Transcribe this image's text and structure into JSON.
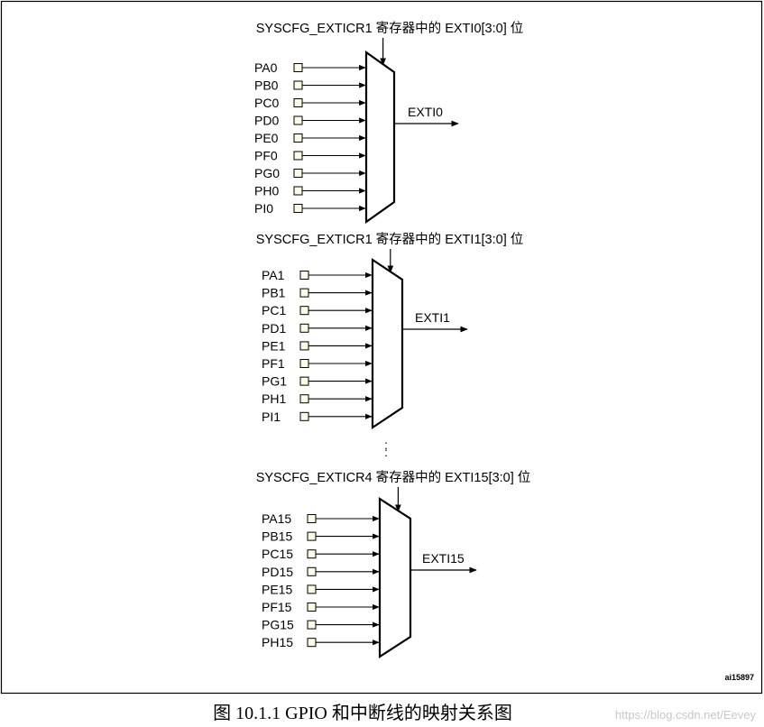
{
  "figure_id": "ai15897",
  "caption": "图 10.1.1 GPIO 和中断线的映射关系图",
  "watermark": "https://blog.csdn.net/Eevey",
  "ellipsis": ":",
  "muxes": [
    {
      "title": "SYSCFG_EXTICR1 寄存器中的 EXTI0[3:0] 位",
      "output": "EXTI0",
      "inputs": [
        "PA0",
        "PB0",
        "PC0",
        "PD0",
        "PE0",
        "PF0",
        "PG0",
        "PH0",
        "PI0"
      ]
    },
    {
      "title": "SYSCFG_EXTICR1 寄存器中的 EXTI1[3:0] 位",
      "output": "EXTI1",
      "inputs": [
        "PA1",
        "PB1",
        "PC1",
        "PD1",
        "PE1",
        "PF1",
        "PG1",
        "PH1",
        "PI1"
      ]
    },
    {
      "title": "SYSCFG_EXTICR4 寄存器中的 EXTI15[3:0] 位",
      "output": "EXTI15",
      "inputs": [
        "PA15",
        "PB15",
        "PC15",
        "PD15",
        "PE15",
        "PF15",
        "PG15",
        "PH15"
      ]
    }
  ]
}
